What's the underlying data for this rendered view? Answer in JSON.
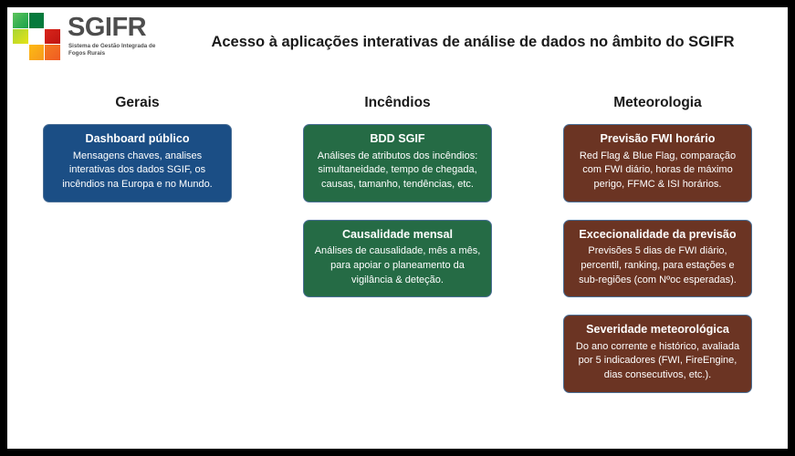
{
  "header": {
    "logo": {
      "wordmark": "SGIFR",
      "tagline": "Sistema de Gestão Integrada de Fogos Rurais",
      "tiles": [
        {
          "name": "tile-green-light",
          "color": "#17a04a"
        },
        {
          "name": "tile-green-dark",
          "color": "#067a3c"
        },
        {
          "name": "tile-empty-1",
          "color": "#ffffff"
        },
        {
          "name": "tile-yellow-green",
          "color": "#c6dd22"
        },
        {
          "name": "tile-white",
          "color": "#ffffff"
        },
        {
          "name": "tile-red",
          "color": "#cf1d16"
        },
        {
          "name": "tile-empty-2",
          "color": "#ffffff"
        },
        {
          "name": "tile-orange-yellow",
          "color": "#fba915"
        },
        {
          "name": "tile-orange",
          "color": "#f16a21"
        }
      ]
    },
    "title": "Acesso à aplicações interativas de análise de dados no âmbito do SGIFR"
  },
  "colors": {
    "blue": "#1b4e85",
    "green": "#256b45",
    "brown": "#6b3423",
    "card_border": "#4a6f96",
    "text_dark": "#1a1a1a",
    "frame": "#000000"
  },
  "columns": [
    {
      "header": "Gerais",
      "cards": [
        {
          "title": "Dashboard público",
          "desc": "Mensagens chaves, analises interativas dos dados SGIF, os incêndios na Europa e no Mundo.",
          "style": "blue"
        }
      ]
    },
    {
      "header": "Incêndios",
      "cards": [
        {
          "title": "BDD SGIF",
          "desc": "Análises de atributos dos incêndios: simultaneidade, tempo de chegada, causas, tamanho, tendências, etc.",
          "style": "green"
        },
        {
          "title": "Causalidade mensal",
          "desc": "Análises de causalidade, mês a mês, para apoiar o planeamento da vigilância & deteção.",
          "style": "green"
        }
      ]
    },
    {
      "header": "Meteorologia",
      "cards": [
        {
          "title": "Previsão FWI horário",
          "desc": "Red Flag & Blue Flag, comparação com FWI diário, horas de máximo perigo, FFMC & ISI horários.",
          "style": "brown"
        },
        {
          "title": "Excecionalidade da previsão",
          "desc": "Previsões 5 dias de FWI diário, percentil, ranking, para estações e sub-regiões (com Nºoc esperadas).",
          "style": "brown"
        },
        {
          "title": "Severidade meteorológica",
          "desc": "Do ano corrente e histórico, avaliada por 5 indicadores (FWI, FireEngine, dias consecutivos, etc.).",
          "style": "brown"
        }
      ]
    }
  ]
}
